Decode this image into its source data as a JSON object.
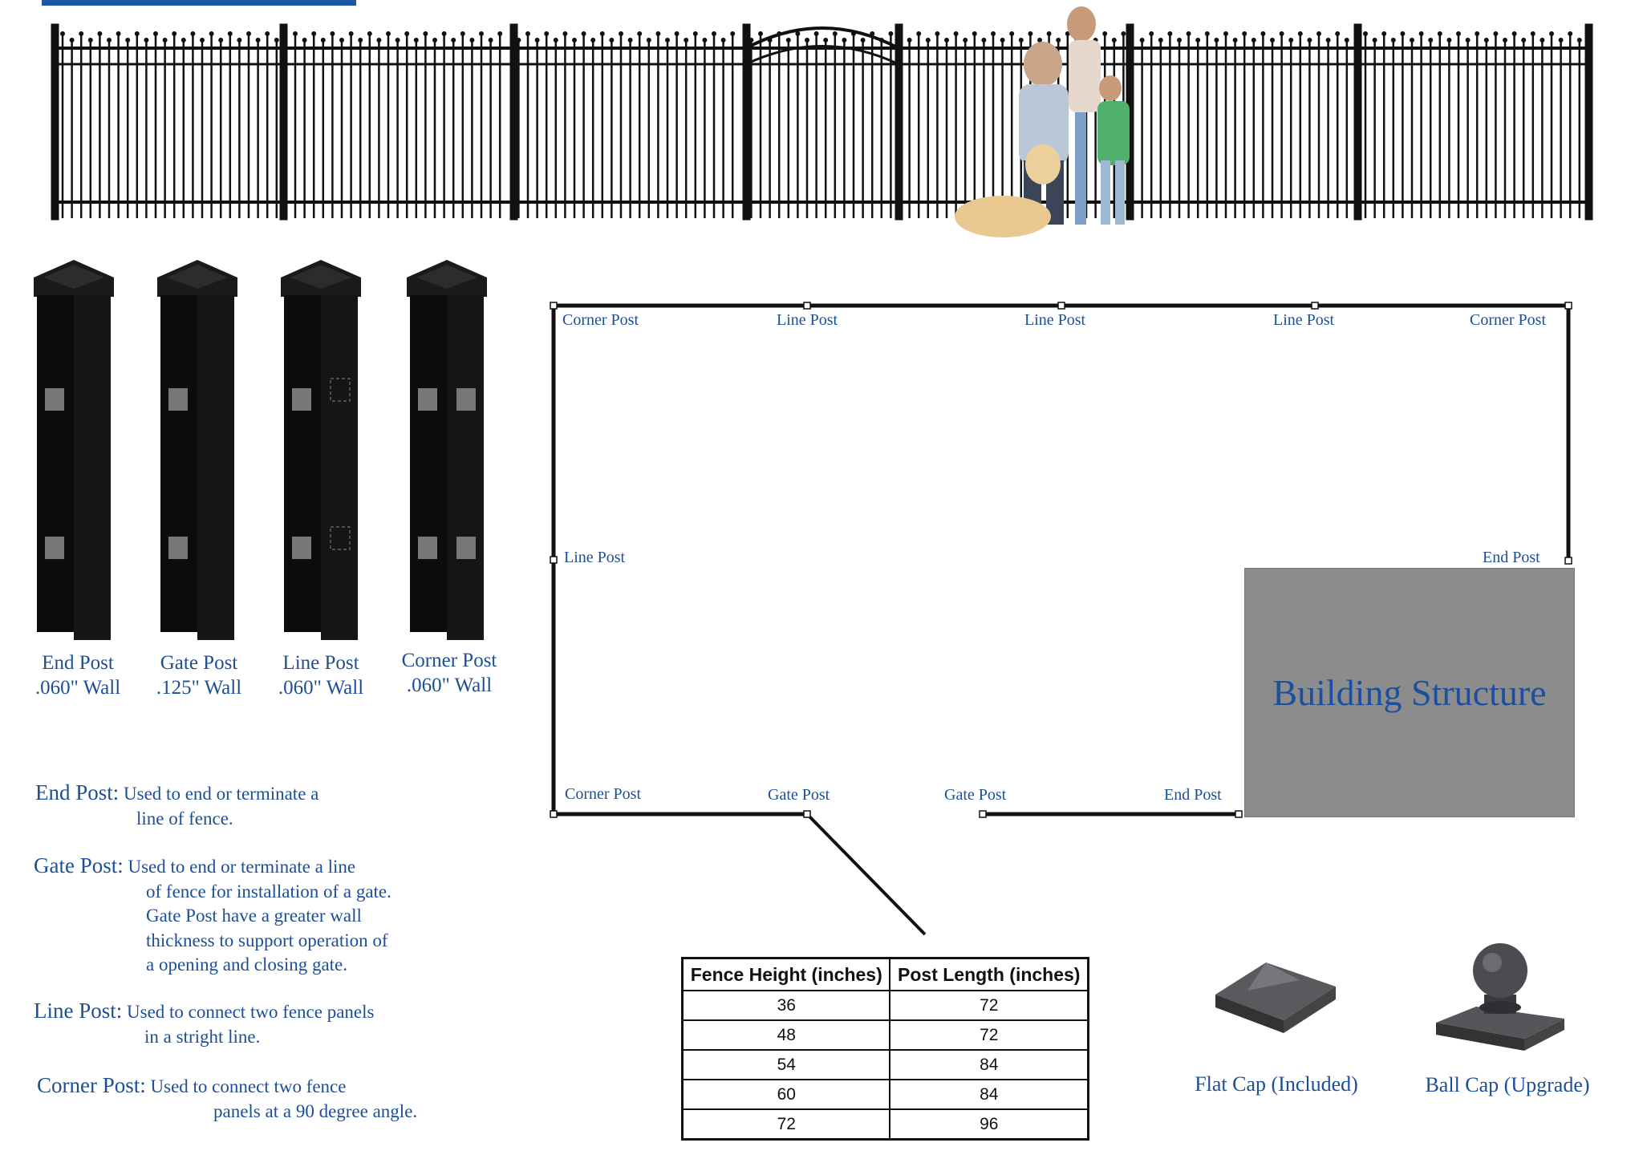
{
  "posts": [
    {
      "name": "End Post",
      "wall": ".060\" Wall"
    },
    {
      "name": "Gate Post",
      "wall": ".125\" Wall"
    },
    {
      "name": "Line Post",
      "wall": ".060\" Wall"
    },
    {
      "name": "Corner Post",
      "wall": ".060\" Wall"
    }
  ],
  "diagram": {
    "top_labels": [
      "Corner Post",
      "Line Post",
      "Line Post",
      "Line Post",
      "Corner Post"
    ],
    "left_label": "Line Post",
    "right_label": "End Post",
    "bottom_labels": [
      "Corner Post",
      "Gate Post",
      "Gate Post",
      "End Post"
    ],
    "building": "Building Structure"
  },
  "descriptions": [
    {
      "term": "End Post:",
      "lines": [
        "Used to end or terminate a",
        "line of fence."
      ]
    },
    {
      "term": "Gate Post:",
      "lines": [
        "Used to end or terminate a line",
        "of fence for installation of a gate.",
        "Gate Post have a greater wall",
        "thickness to support operation of",
        "a opening and closing gate."
      ]
    },
    {
      "term": "Line Post:",
      "lines": [
        "Used to connect two fence panels",
        "in a stright line."
      ]
    },
    {
      "term": "Corner Post:",
      "lines": [
        "Used to connect two fence",
        "panels at a 90 degree angle."
      ]
    }
  ],
  "table": {
    "headers": [
      "Fence Height (inches)",
      "Post Length (inches)"
    ],
    "rows": [
      [
        "36",
        "72"
      ],
      [
        "48",
        "72"
      ],
      [
        "54",
        "84"
      ],
      [
        "60",
        "84"
      ],
      [
        "72",
        "96"
      ]
    ]
  },
  "caps": {
    "flat": "Flat Cap (Included)",
    "ball": "Ball Cap (Upgrade)"
  },
  "colors": {
    "text": "#1d4f95",
    "building": "#8c8c8c",
    "fence": "#111111"
  }
}
